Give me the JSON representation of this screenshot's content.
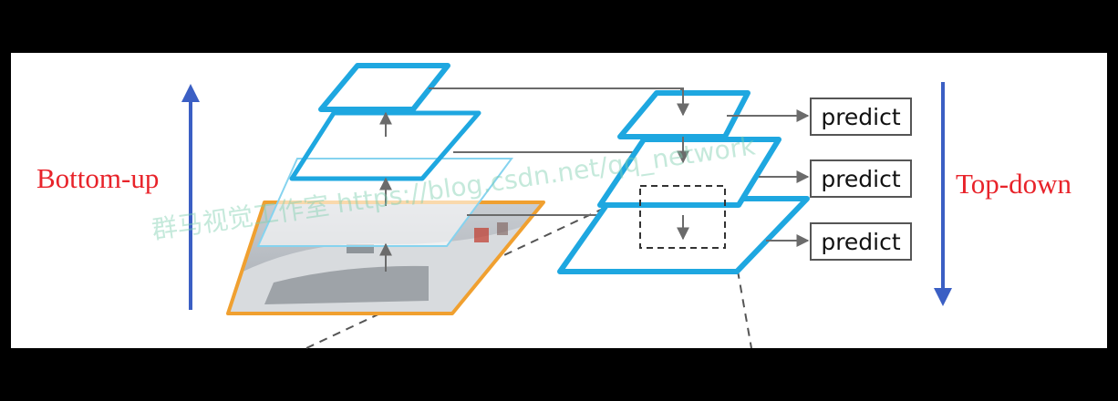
{
  "left_label": "Bottom-up",
  "right_label": "Top-down",
  "predict_boxes": [
    {
      "label": "predict"
    },
    {
      "label": "predict"
    },
    {
      "label": "predict"
    }
  ],
  "watermark": "群马视觉工作室 https://blog.csdn.net/qq_network",
  "colors": {
    "background": "#ffffff",
    "frame": "#000000",
    "pyramid_layer": "#1ea7e0",
    "input_image_border": "#f0a030",
    "arrow_blue": "#3b5fc4",
    "label_red": "#e8232a",
    "connector": "#6b6b6b"
  }
}
